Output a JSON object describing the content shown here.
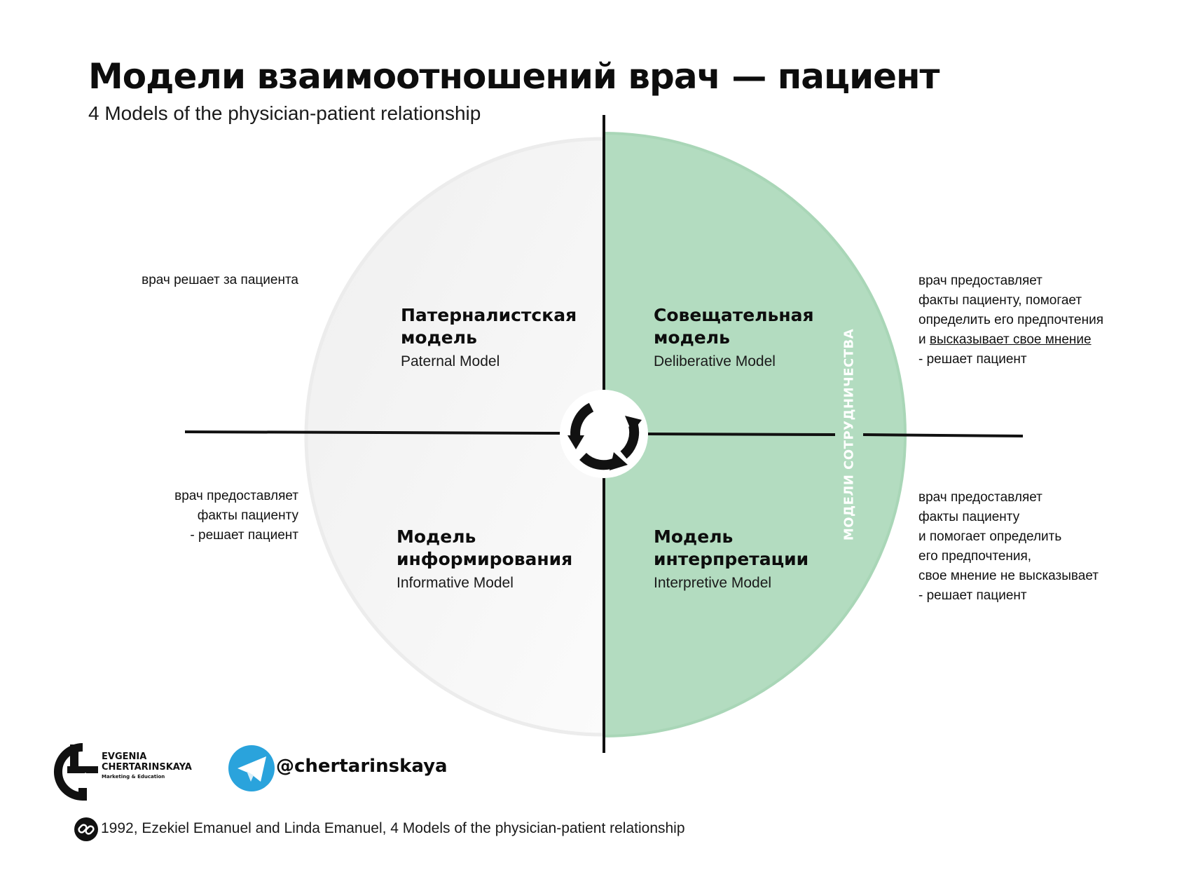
{
  "header": {
    "title": "Модели взаимоотношений врач — пациент",
    "subtitle": "4 Models of the physician-patient relationship"
  },
  "quadrants": {
    "top_left": {
      "title_line1": "Патерналистская",
      "title_line2": "модель",
      "subtitle": "Paternal Model"
    },
    "top_right": {
      "title_line1": "Совещательная",
      "title_line2": "модель",
      "subtitle": "Deliberative Model"
    },
    "bottom_left": {
      "title_line1": "Модель",
      "title_line2": "информирования",
      "subtitle": "Informative Model"
    },
    "bottom_right": {
      "title_line1": "Модель",
      "title_line2": "интерпретации",
      "subtitle": "Interpretive Model"
    }
  },
  "vertical_label": "МОДЕЛИ СОТРУДНИЧЕСТВА",
  "side_notes": {
    "top_left": [
      "врач решает за пациента"
    ],
    "bottom_left": [
      "врач предоставляет",
      "факты пациенту",
      "- решает пациент"
    ],
    "top_right": {
      "lines": [
        "врач предоставляет",
        "факты пациенту, помогает",
        "определить его предпочтения"
      ],
      "line4_prefix": "и ",
      "line4_underlined": "высказывает свое мнение",
      "line5": "- решает пациент"
    },
    "bottom_right": [
      "врач предоставляет",
      "факты пациенту",
      "и помогает определить",
      "его предпочтения,",
      "свое мнение не высказывает",
      "- решает пациент"
    ]
  },
  "footer": {
    "brand_line1": "EVGENIA",
    "brand_line2": "CHERTARINSKAYA",
    "brand_tagline": "Marketing & Education",
    "telegram_handle": "@chertarinskaya",
    "source": "1992, Ezekiel Emanuel and Linda Emanuel, 4 Models of the physician-patient relationship"
  },
  "icons": {
    "center": "cycle-arrows-icon",
    "telegram": "telegram-icon",
    "link": "link-icon",
    "logo": "brand-logo-icon"
  },
  "colors": {
    "green": "#b3dcc0",
    "green_edge": "#a9d6b7",
    "grey": "#f3f3f3",
    "ink": "#111111",
    "telegram": "#2aa3dc"
  }
}
